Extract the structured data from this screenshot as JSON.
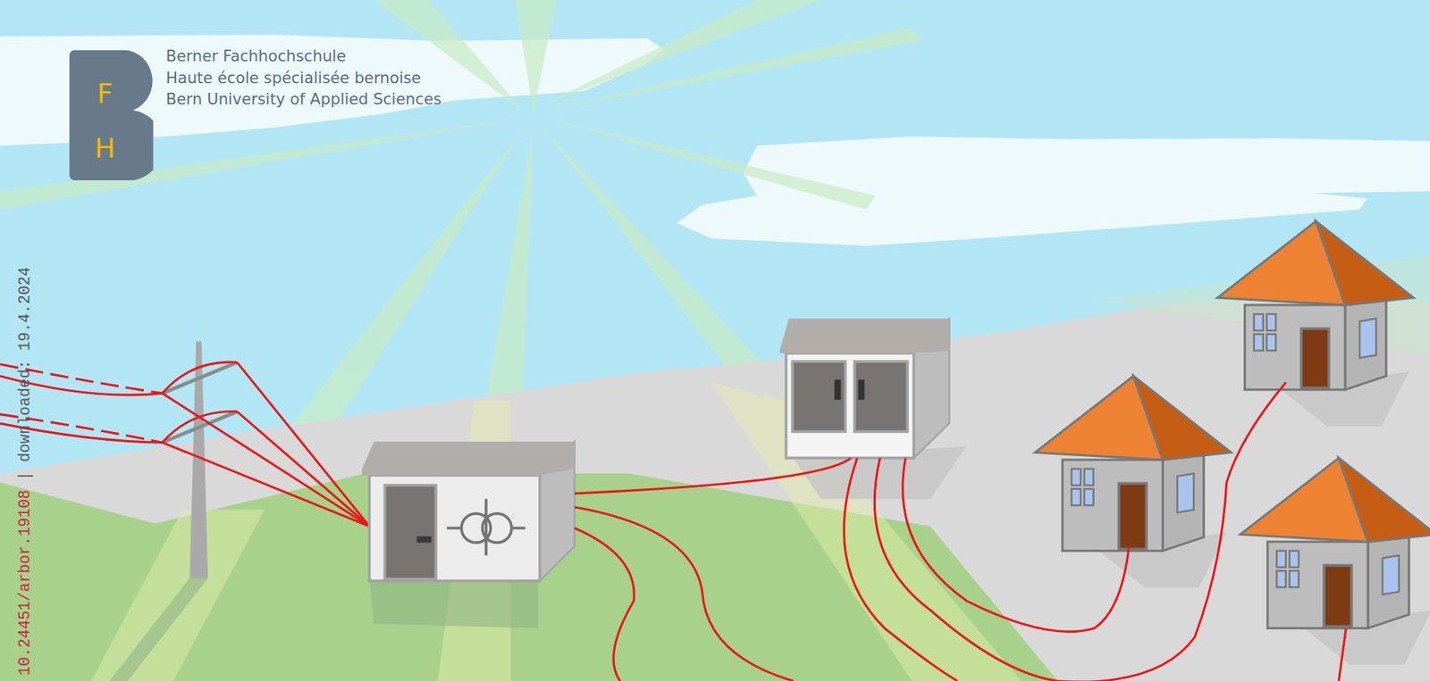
{
  "diagram": {
    "nodes": [
      {
        "text": [
          "F H"
        ]
      }
    ],
    "labels": [
      "Berner Fachhochschule",
      "Haute école spécialisée bernoise",
      "Bern University of Applied Sciences",
      "10.24451/arbor.19108",
      "| downloaded: 19.4.2024"
    ]
  }
}
